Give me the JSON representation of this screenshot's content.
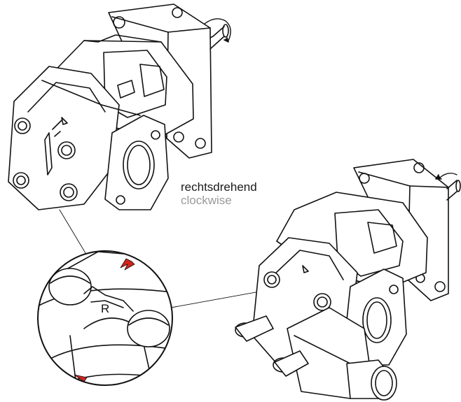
{
  "caption": {
    "german": "rechtsdrehend",
    "english": "clockwise"
  },
  "detail": {
    "rotation_mark": "R"
  },
  "colors": {
    "line": "#111111",
    "arrow_red": "#d0241c",
    "caption_secondary": "#9a9a9a",
    "background": "#ffffff"
  },
  "icons": [
    "rotation-arrow-icon",
    "flow-arrow-icon"
  ]
}
